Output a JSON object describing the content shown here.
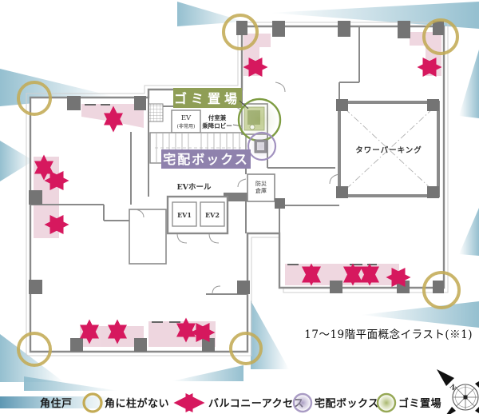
{
  "caption": "17〜19階平面概念イラスト(※1)",
  "plan": {
    "garbage_chip": "ゴミ置場",
    "delivery_chip": "宅配ボックス",
    "ev_emergency": {
      "line1": "EV",
      "line2": "(非常用)"
    },
    "lobby": {
      "line1": "付室兼",
      "line2": "乗降ロビー"
    },
    "ev_hall": "EVホール",
    "ev1": "EV1",
    "ev2": "EV2",
    "disaster_storage": {
      "line1": "防災",
      "line2": "倉庫"
    },
    "tower_parking": "タワーパーキング"
  },
  "legend": {
    "items": [
      {
        "label": "角住戸",
        "icon": "corner-unit-gradient"
      },
      {
        "label": "角に柱がない",
        "icon": "gold-ring"
      },
      {
        "label": "バルコニーアクセス",
        "icon": "pink-double-arrow"
      },
      {
        "label": "宅配ボックス",
        "icon": "purple-circle"
      },
      {
        "label": "ゴミ置場",
        "icon": "green-circle"
      }
    ]
  },
  "compass": {
    "north": "N"
  },
  "colors": {
    "corner_unit_blue": "#9cc3d5",
    "gold_ring": "#c3ab55",
    "balcony_arrow": "#d6185e",
    "balcony_fill": "#ecd0da",
    "garbage_green": "#8f9e56",
    "delivery_purple": "#8f82ad",
    "wall_gray": "#8a8a8a"
  }
}
